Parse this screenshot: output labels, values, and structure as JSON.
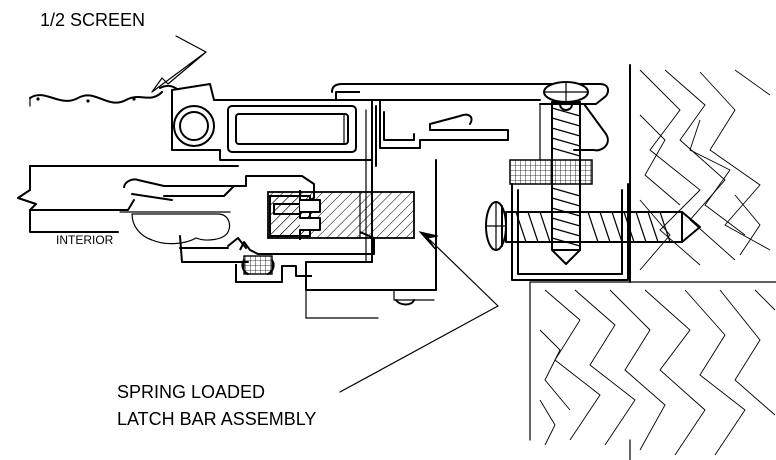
{
  "labels": {
    "screen": "1/2 SCREEN",
    "interior": "INTERIOR",
    "latch_line1": "SPRING LOADED",
    "latch_line2": "LATCH BAR ASSEMBLY"
  }
}
